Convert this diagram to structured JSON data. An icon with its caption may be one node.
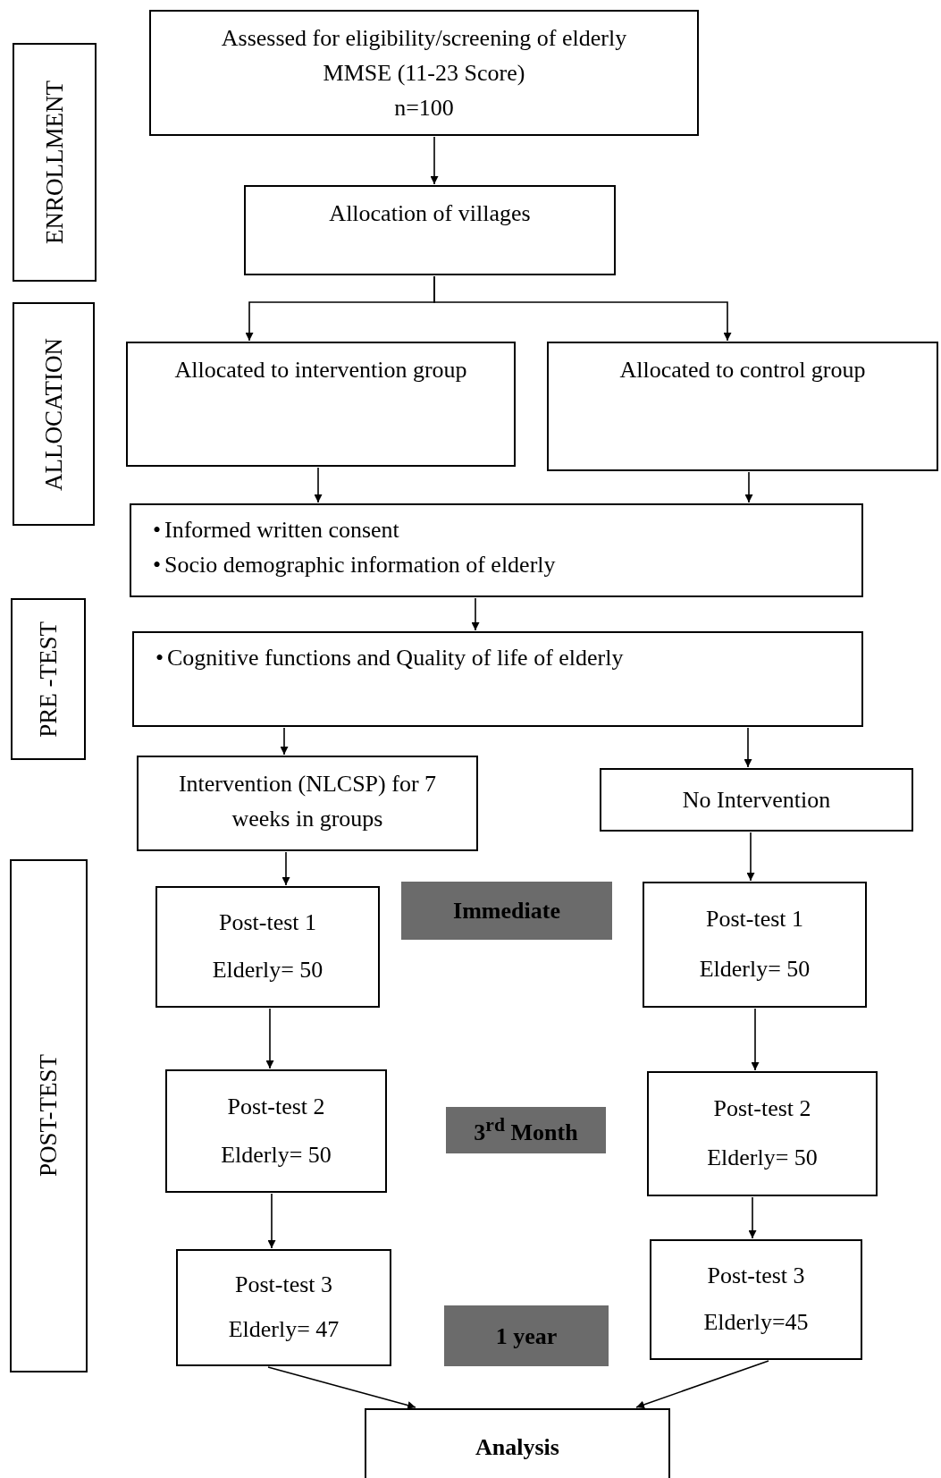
{
  "diagram": {
    "nodes": [
      {
        "text": [
          "ENROLLMENT"
        ]
      },
      {
        "text": [
          "Assessed for eligibility/screening of elderly",
          "MMSE (11-23 Score)",
          "n=100"
        ]
      },
      {
        "text": [
          "Allocation of villages"
        ]
      },
      {
        "text": [
          "ALLOCATION"
        ]
      },
      {
        "text": [
          "Allocated to intervention group"
        ]
      },
      {
        "text": [
          "Allocated to control group"
        ]
      },
      {
        "text": [
          "•\tInformed written consent",
          "•\tSocio demographic information of elderly"
        ]
      },
      {
        "text": [
          "PRE -TEST"
        ]
      },
      {
        "text": [
          "•\tCognitive functions and Quality of life of elderly"
        ]
      },
      {
        "text": [
          "Intervention (NLCSP) for 7 weeks in groups"
        ]
      },
      {
        "text": [
          "No Intervention"
        ]
      },
      {
        "text": [
          "POST-TEST"
        ]
      },
      {
        "text": [
          "Post-test 1",
          "Elderly= 50"
        ]
      },
      {
        "text": [
          "Immediate"
        ]
      },
      {
        "text": [
          "Post-test 1",
          "Elderly= 50"
        ]
      },
      {
        "text": [
          "Post-test 2",
          "Elderly= 50"
        ]
      },
      {
        "text": [
          "3$^{rd}$ Month"
        ]
      },
      {
        "text": [
          "Post-test 2",
          "Elderly= 50"
        ]
      },
      {
        "text": [
          "Post-test 3",
          "Elderly= 47"
        ]
      },
      {
        "text": [
          "1 year"
        ]
      },
      {
        "text": [
          "Post-test 3",
          "Elderly=45"
        ]
      },
      {
        "text": [
          "Analysis"
        ]
      }
    ],
    "edges": [
      {
        "from": 1,
        "to": 2,
        "arrow": "to"
      },
      {
        "from": 2,
        "to": 4,
        "arrow": "to"
      },
      {
        "from": 2,
        "to": 5,
        "arrow": "to"
      },
      {
        "from": 4,
        "to": 6,
        "arrow": "to"
      },
      {
        "from": 5,
        "to": 6,
        "arrow": "to"
      },
      {
        "from": 6,
        "to": 8,
        "arrow": "to"
      },
      {
        "from": 8,
        "to": 9,
        "arrow": "to"
      },
      {
        "from": 8,
        "to": 10,
        "arrow": "to"
      },
      {
        "from": 9,
        "to": 12,
        "arrow": "to"
      },
      {
        "from": 10,
        "to": 14,
        "arrow": "to"
      },
      {
        "from": 12,
        "to": 15,
        "arrow": "to"
      },
      {
        "from": 14,
        "to": 17,
        "arrow": "to"
      },
      {
        "from": 15,
        "to": 18,
        "arrow": "to"
      },
      {
        "from": 17,
        "to": 20,
        "arrow": "to"
      },
      {
        "from": 18,
        "to": 21,
        "arrow": "to"
      },
      {
        "from": 20,
        "to": 21,
        "arrow": "to"
      }
    ]
  }
}
